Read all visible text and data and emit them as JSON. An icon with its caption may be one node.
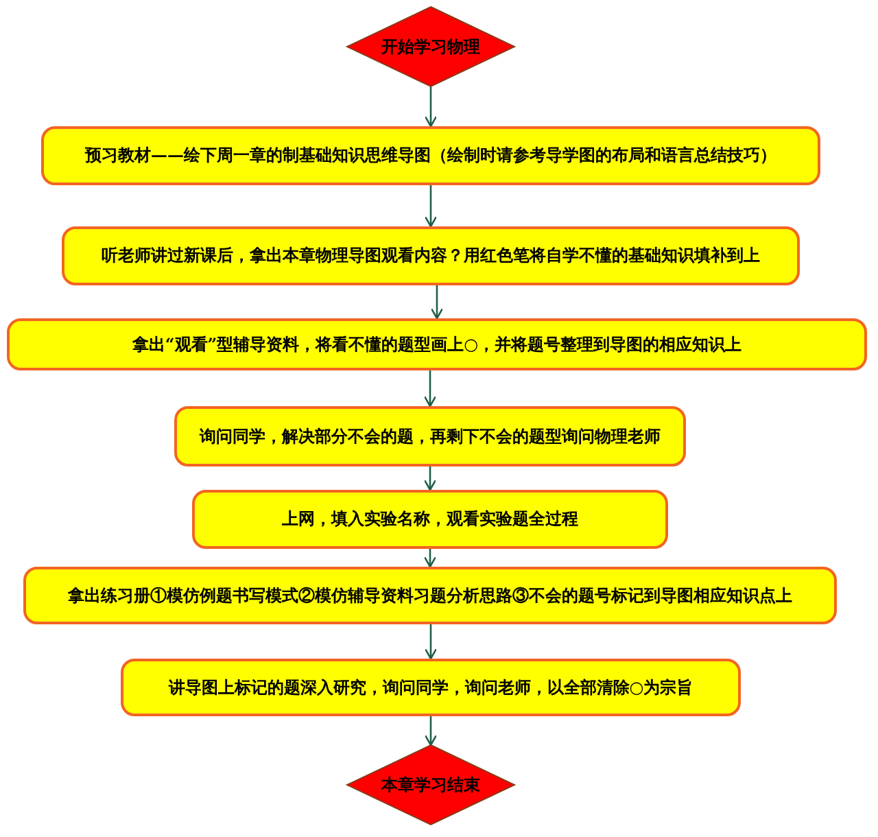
{
  "diagram": {
    "nodes": [
      {
        "text": [
          "开始学习物理"
        ]
      },
      {
        "text": [
          "预习教材——绘下周一章的制基础知识思维导图（绘制时请参考导学图的布局和语言总结技巧）"
        ]
      },
      {
        "text": [
          "听老师讲过新课后，拿出本章物理导图观看内容？用红色笔将自学不懂的基础知识填补到上"
        ]
      },
      {
        "text": [
          "拿出“观看”型辅导资料，将看不懂的题型画上○，并将题号整理到导图的相应知识上"
        ]
      },
      {
        "text": [
          "询问同学，解决部分不会的题，再剩下不会的题型询问物理老师"
        ]
      },
      {
        "text": [
          "上网，填入实验名称，观看实验题全过程"
        ]
      },
      {
        "text": [
          "拿出练习册①模仿例题书写模式②模仿辅导资料习题分析思路③不会的题号标记到导图相应知识点上"
        ]
      },
      {
        "text": [
          "讲导图上标记的题深入研究，询问同学，询问老师，以全部清除○为宗旨"
        ]
      },
      {
        "text": [
          "本章学习结束"
        ]
      }
    ],
    "edges": [
      {
        "from": 0,
        "to": 1,
        "arrow": "to"
      },
      {
        "from": 1,
        "to": 2,
        "arrow": "to"
      },
      {
        "from": 2,
        "to": 3,
        "arrow": "to"
      },
      {
        "from": 3,
        "to": 4,
        "arrow": "to"
      },
      {
        "from": 4,
        "to": 5,
        "arrow": "to"
      },
      {
        "from": 5,
        "to": 6,
        "arrow": "to"
      },
      {
        "from": 6,
        "to": 7,
        "arrow": "to"
      },
      {
        "from": 7,
        "to": 8,
        "arrow": "to"
      }
    ]
  }
}
